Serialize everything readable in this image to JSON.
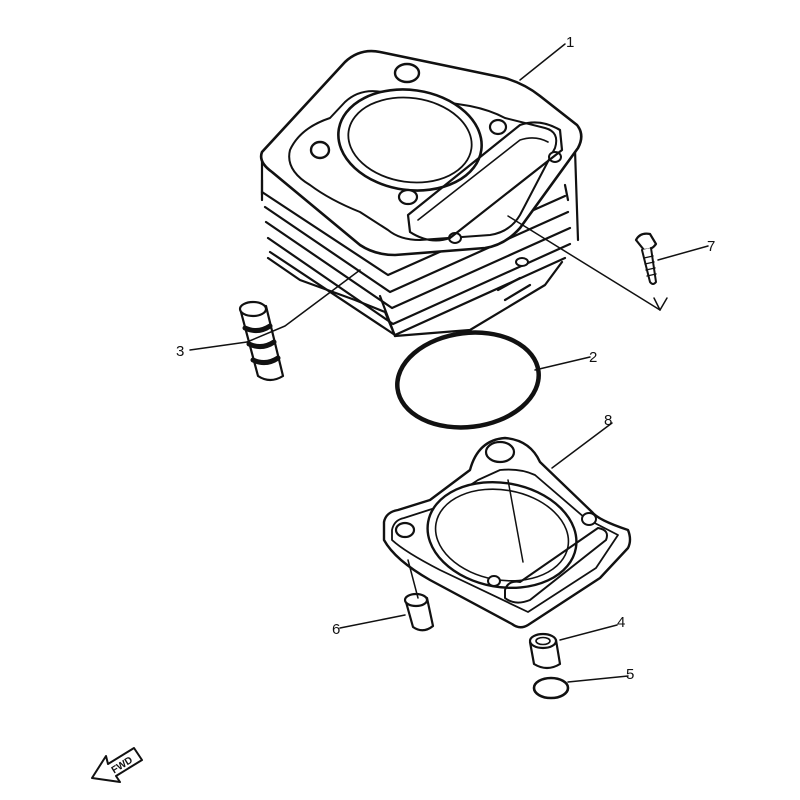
{
  "diagram": {
    "parts": [
      {
        "id": "cylinder",
        "number": "1"
      },
      {
        "id": "cylinder-head-o-ring",
        "number": "2"
      },
      {
        "id": "dowel-pin-large",
        "number": "3"
      },
      {
        "id": "dowel-pin",
        "number": "4"
      },
      {
        "id": "o-ring-small",
        "number": "5"
      },
      {
        "id": "dowel-pin-small",
        "number": "6"
      },
      {
        "id": "bolt",
        "number": "7"
      },
      {
        "id": "cylinder-gasket",
        "number": "8"
      }
    ],
    "direction_marker": {
      "label": "FWD",
      "icon": "fwd-arrow-icon"
    },
    "colors": {
      "ink": "#111111",
      "background": "#ffffff"
    }
  }
}
